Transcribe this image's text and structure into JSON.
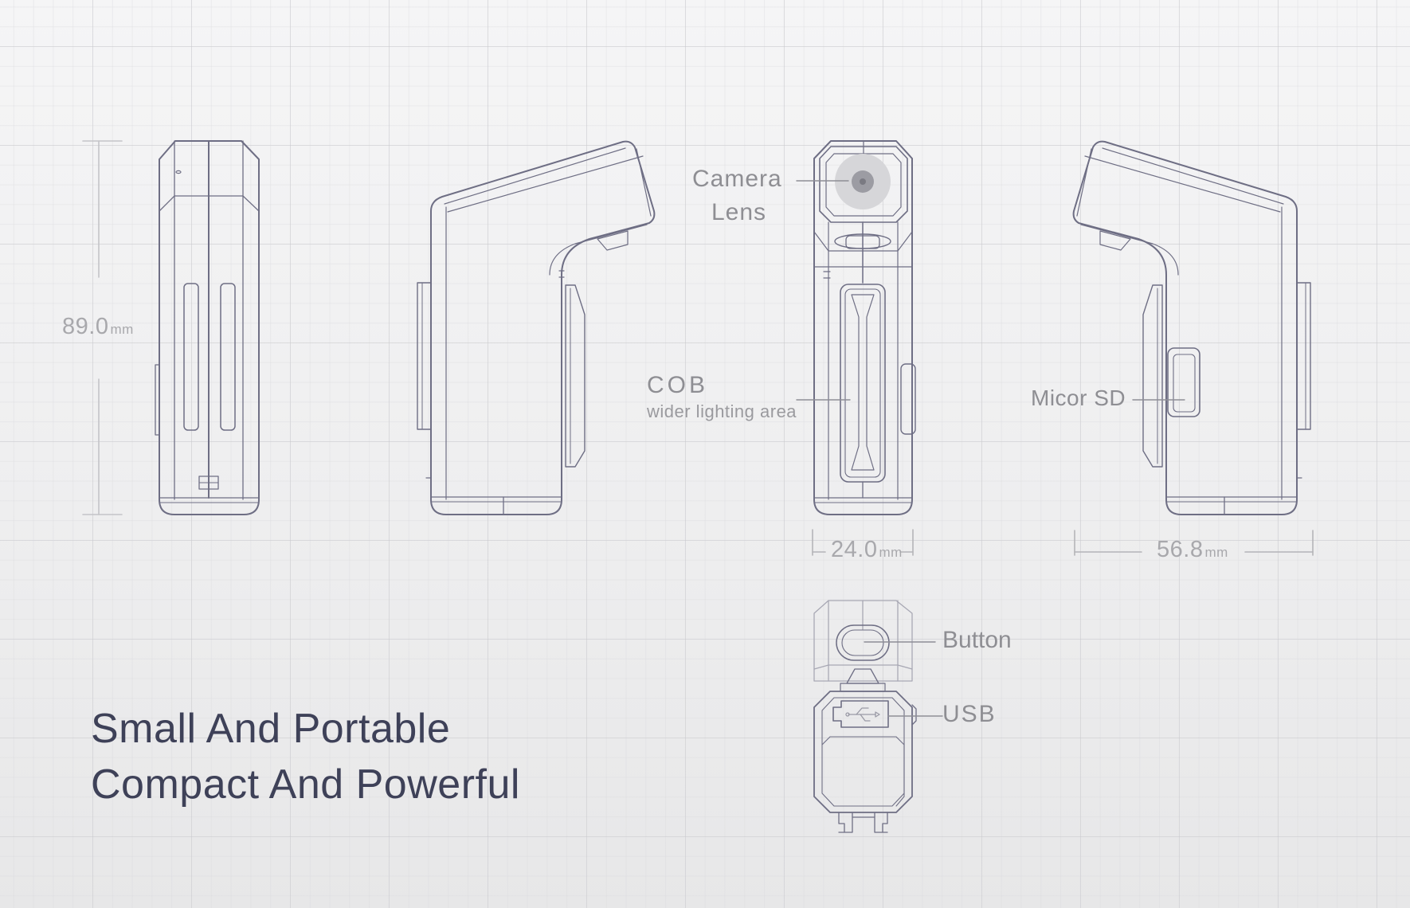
{
  "headline": {
    "line1": "Small And Portable",
    "line2": "Compact And Powerful"
  },
  "dimensions": {
    "height": {
      "value": "89.0",
      "unit": "mm"
    },
    "depth": {
      "value": "24.0",
      "unit": "mm"
    },
    "width": {
      "value": "56.8",
      "unit": "mm"
    }
  },
  "callouts": {
    "camera_lens": {
      "line1": "Camera",
      "line2": "Lens"
    },
    "cob": {
      "title": "COB",
      "subtitle": "wider lighting area"
    },
    "micro_sd": {
      "label": "Micor SD"
    },
    "button": {
      "label": "Button"
    },
    "usb": {
      "label": "USB"
    }
  },
  "views": [
    {
      "name": "side-view-left",
      "description": "side profile"
    },
    {
      "name": "side-view-angled-left",
      "description": "left profile with tilted head"
    },
    {
      "name": "front-view",
      "description": "front with camera lens and COB light"
    },
    {
      "name": "side-view-angled-right",
      "description": "right profile with Micro SD slot"
    },
    {
      "name": "top-view",
      "description": "top with button and USB"
    }
  ],
  "colors": {
    "line": "#6e6e84",
    "label": "#9a9a9e",
    "headline": "#3e4158",
    "lens_outer": "#d6d6d9",
    "lens_inner": "#9c9ca3",
    "background": "#f0f0f1"
  }
}
